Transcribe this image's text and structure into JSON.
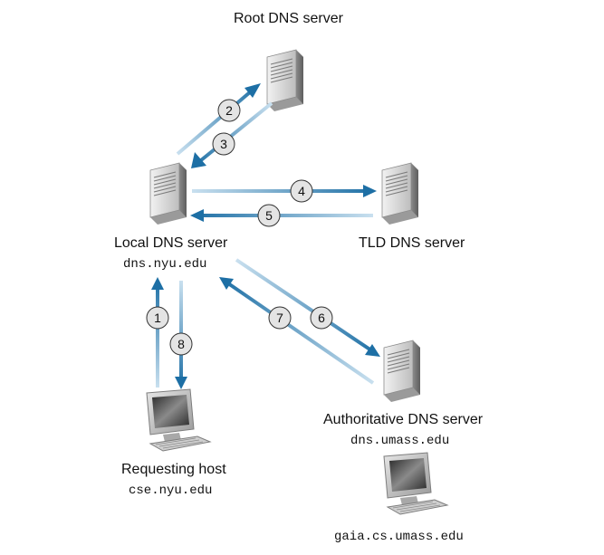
{
  "nodes": {
    "root": {
      "label": "Root DNS server"
    },
    "local": {
      "label": "Local DNS server",
      "hostname": "dns.nyu.edu"
    },
    "tld": {
      "label": "TLD DNS server"
    },
    "authoritative": {
      "label": "Authoritative DNS server",
      "hostname": "dns.umass.edu"
    },
    "requesting": {
      "label": "Requesting host",
      "hostname": "cse.nyu.edu"
    },
    "target": {
      "hostname": "gaia.cs.umass.edu"
    }
  },
  "steps": [
    {
      "n": "1",
      "from": "requesting",
      "to": "local"
    },
    {
      "n": "2",
      "from": "local",
      "to": "root"
    },
    {
      "n": "3",
      "from": "root",
      "to": "local"
    },
    {
      "n": "4",
      "from": "local",
      "to": "tld"
    },
    {
      "n": "5",
      "from": "tld",
      "to": "local"
    },
    {
      "n": "6",
      "from": "local",
      "to": "authoritative"
    },
    {
      "n": "7",
      "from": "authoritative",
      "to": "local"
    },
    {
      "n": "8",
      "from": "local",
      "to": "requesting"
    }
  ],
  "colors": {
    "arrow": "#1d6fa5",
    "arrow_fade": "#c9e0ef",
    "server_body": "#d6d6d6",
    "circle_fill": "#e4e4e4"
  }
}
